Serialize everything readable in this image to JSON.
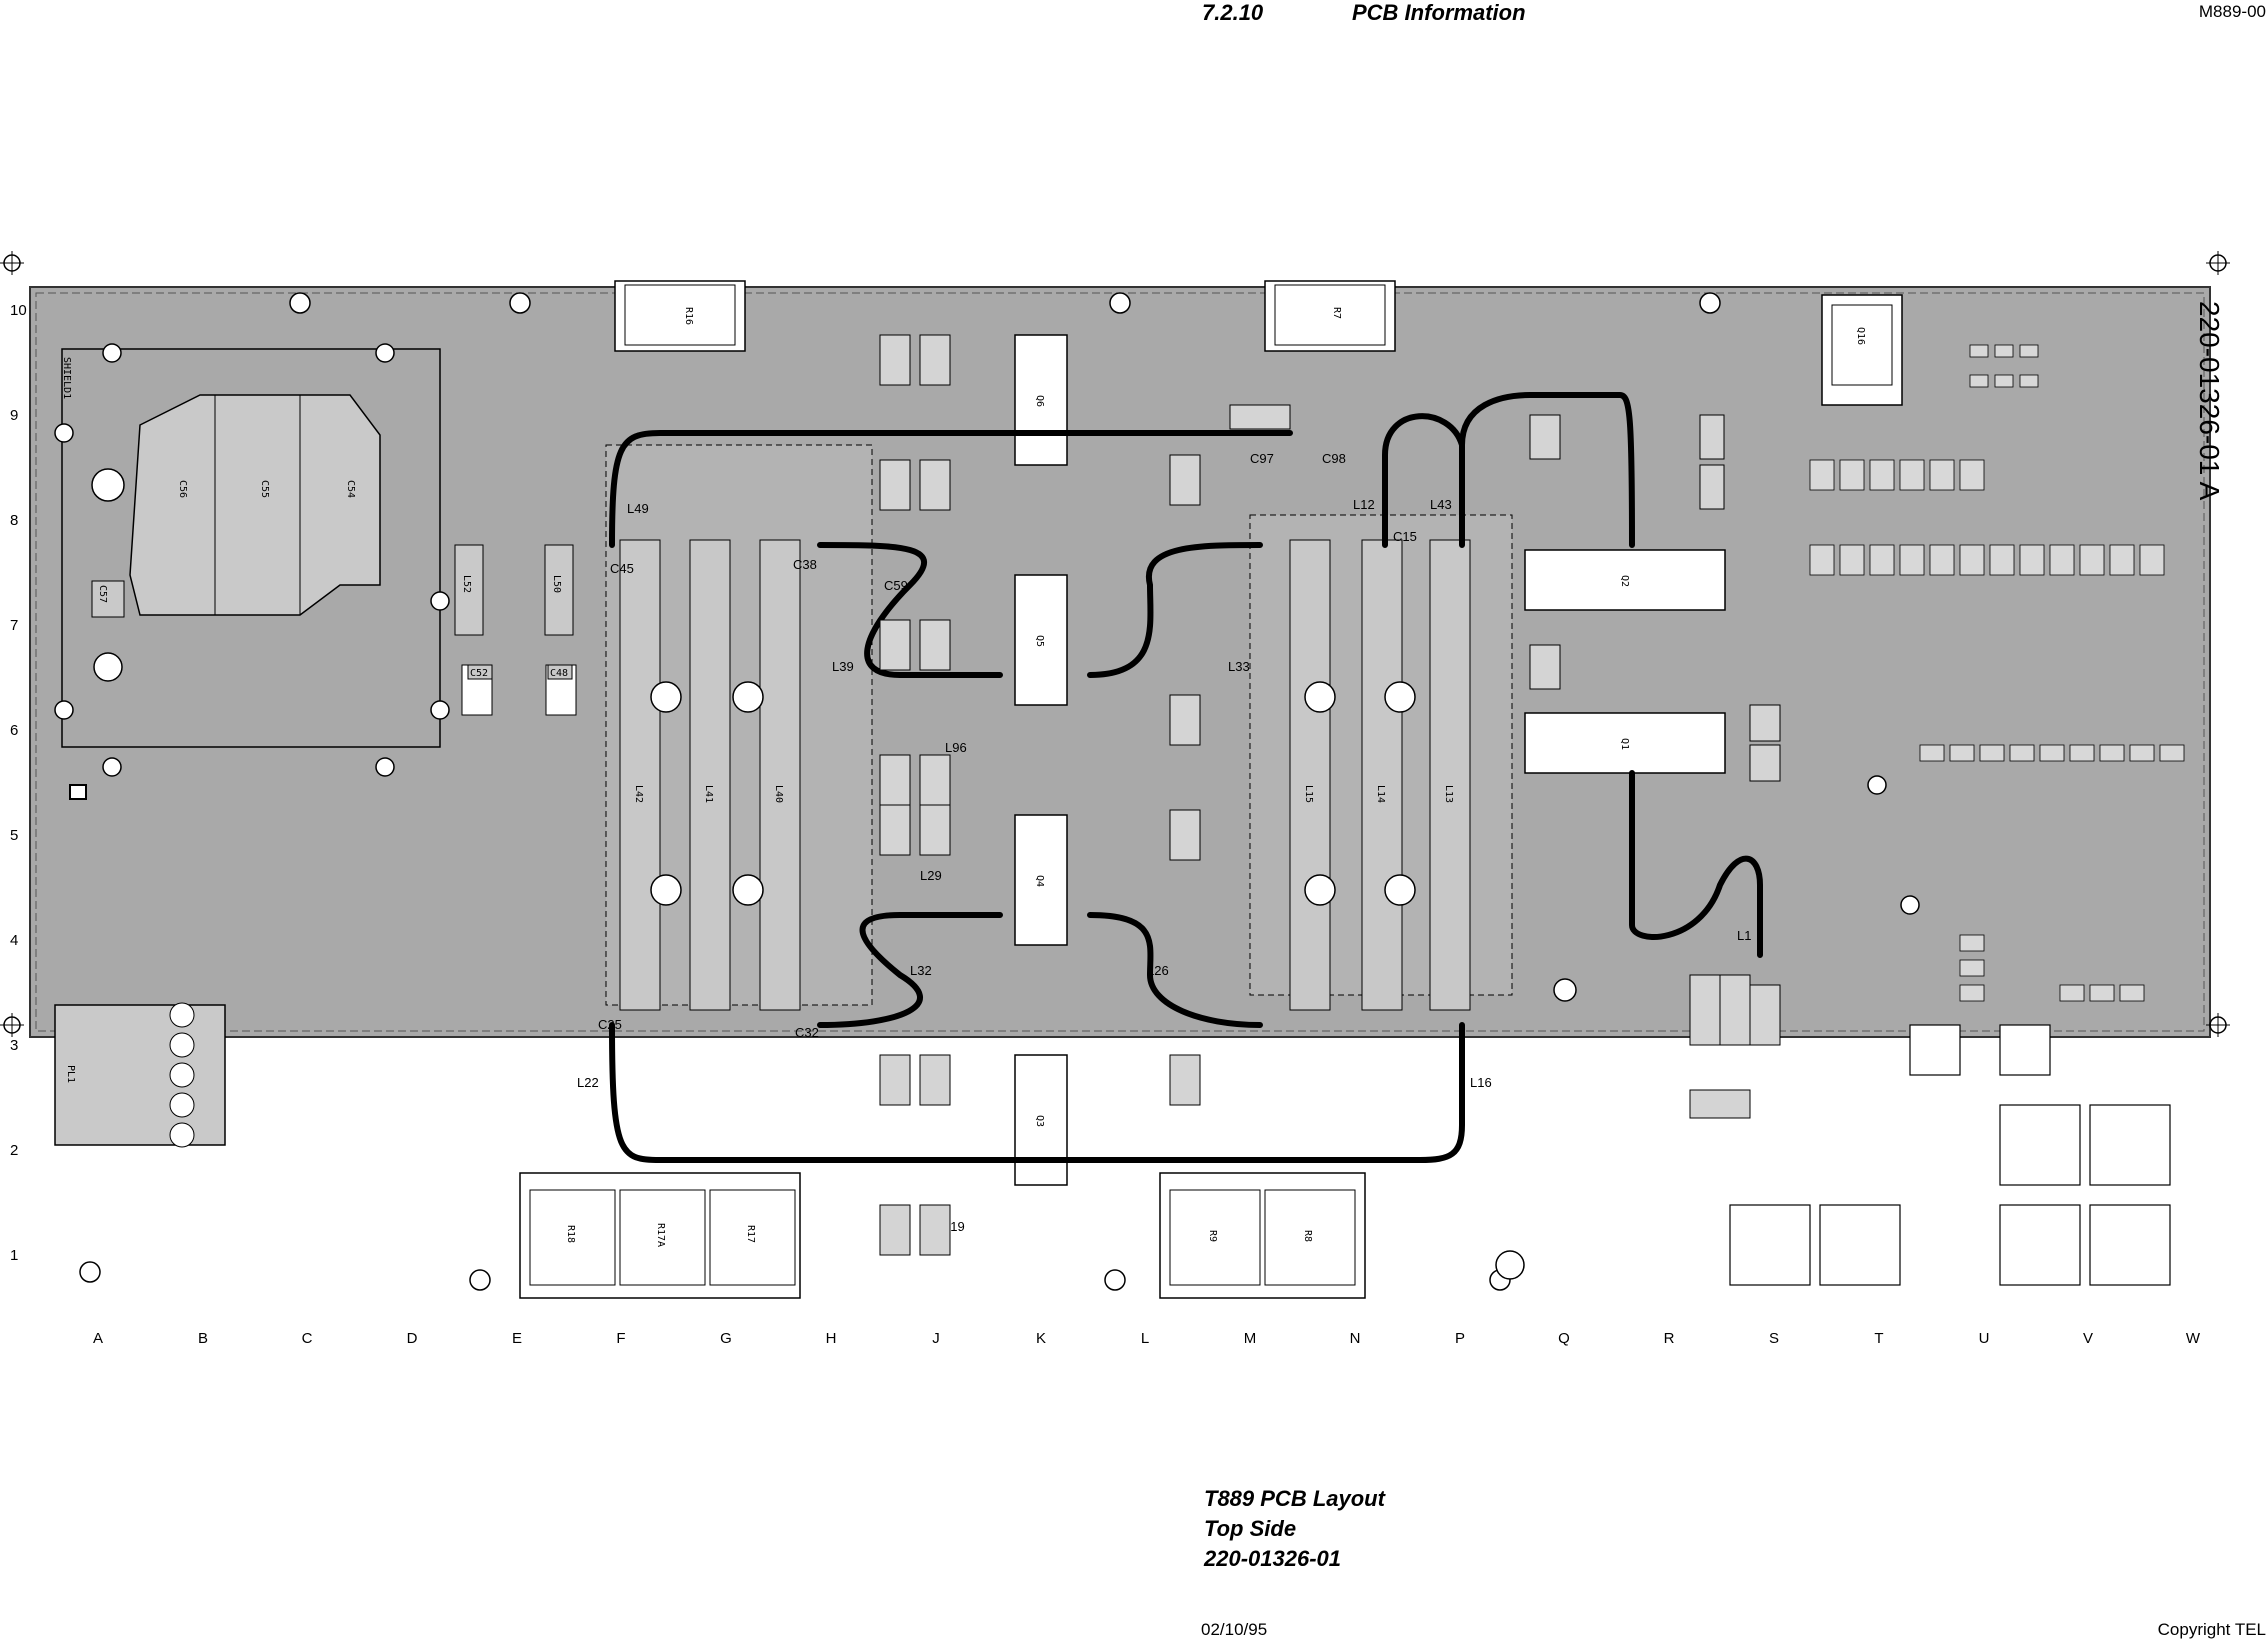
{
  "header": {
    "section": "7.2.10",
    "title": "PCB Information",
    "code": "M889-00"
  },
  "board": {
    "part_number": "220-01326-01 A",
    "shield_label": "SHIELD1",
    "row_labels": [
      "10",
      "9",
      "8",
      "7",
      "6",
      "5",
      "4",
      "3",
      "2",
      "1"
    ],
    "column_labels": [
      "A",
      "B",
      "C",
      "D",
      "E",
      "F",
      "G",
      "H",
      "J",
      "K",
      "L",
      "M",
      "N",
      "P",
      "Q",
      "R",
      "S",
      "T",
      "U",
      "V",
      "W"
    ],
    "labels": {
      "r16": "R16",
      "r7": "R7",
      "q16": "Q16",
      "c55": "C55",
      "c56": "C56",
      "c54": "C54",
      "l49": "L49",
      "c45": "C45",
      "c38": "C38",
      "c59": "C59",
      "l39": "L39",
      "l96": "L96",
      "l29": "L29",
      "l32": "L32",
      "c25": "C25",
      "l22": "L22",
      "c32": "C32",
      "l19": "L19",
      "q6": "Q6",
      "q5": "Q5",
      "q4": "Q4",
      "q3": "Q3",
      "q2": "Q2",
      "q1": "Q1",
      "c97": "C97",
      "c98": "C98",
      "l12": "L12",
      "l43": "L43",
      "c15": "C15",
      "l33": "L33",
      "l26": "L26",
      "l16": "L16",
      "l1": "L1",
      "l42": "L42",
      "l41": "L41",
      "l40": "L40",
      "l15": "L15",
      "l14": "L14",
      "l13": "L13",
      "r18": "R18",
      "r17a": "R17A",
      "r17": "R17",
      "r9": "R9",
      "r8": "R8",
      "pl1": "PL1",
      "l52": "L52",
      "l50": "L50",
      "c52": "C52",
      "c48": "C48",
      "c57": "C57"
    }
  }
}
